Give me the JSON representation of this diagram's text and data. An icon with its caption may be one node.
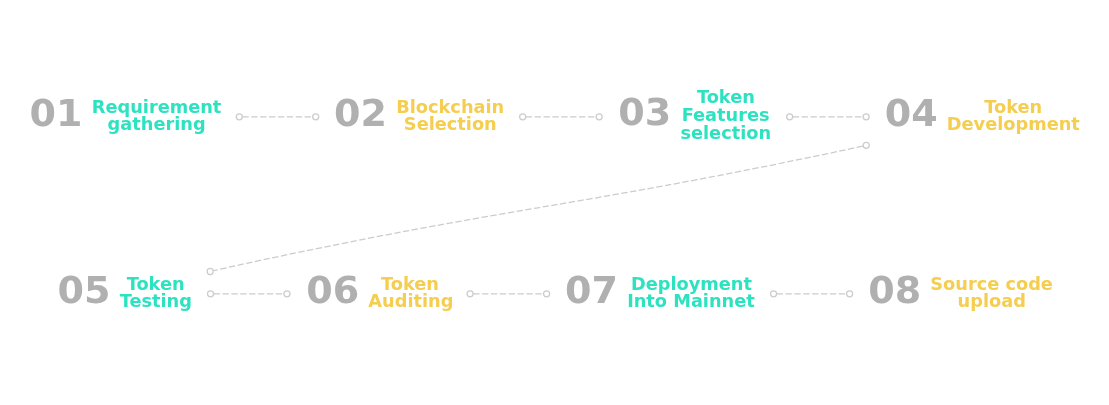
{
  "diagram": {
    "nodes": [
      {
        "text": [
          "Requirement gathering"
        ],
        "beside": [
          "01"
        ]
      },
      {
        "text": [
          "Blockchain Selection"
        ],
        "beside": [
          "02"
        ]
      },
      {
        "text": [
          "Token Features selection"
        ],
        "beside": [
          "03"
        ]
      },
      {
        "text": [
          "Token Development"
        ],
        "beside": [
          "04"
        ]
      },
      {
        "text": [
          "Token Testing"
        ],
        "beside": [
          "05"
        ]
      },
      {
        "text": [
          "Token Auditing"
        ],
        "beside": [
          "06"
        ]
      },
      {
        "text": [
          "Deployment Into Mainnet"
        ],
        "beside": [
          "07"
        ]
      },
      {
        "text": [
          "Source code upload"
        ],
        "beside": [
          "08"
        ]
      }
    ],
    "edges": [
      {
        "from": 0,
        "to": 1,
        "arrow": "other",
        "style": "dashed"
      },
      {
        "from": 1,
        "to": 2,
        "arrow": "other",
        "style": "dashed"
      },
      {
        "from": 2,
        "to": 3,
        "arrow": "other",
        "style": "dashed"
      },
      {
        "from": 3,
        "to": 4,
        "arrow": "other",
        "style": "dashed"
      },
      {
        "from": 4,
        "to": 5,
        "arrow": "other",
        "style": "dashed"
      },
      {
        "from": 5,
        "to": 6,
        "arrow": "other",
        "style": "dashed"
      },
      {
        "from": 6,
        "to": 7,
        "arrow": "other",
        "style": "dashed"
      }
    ]
  }
}
